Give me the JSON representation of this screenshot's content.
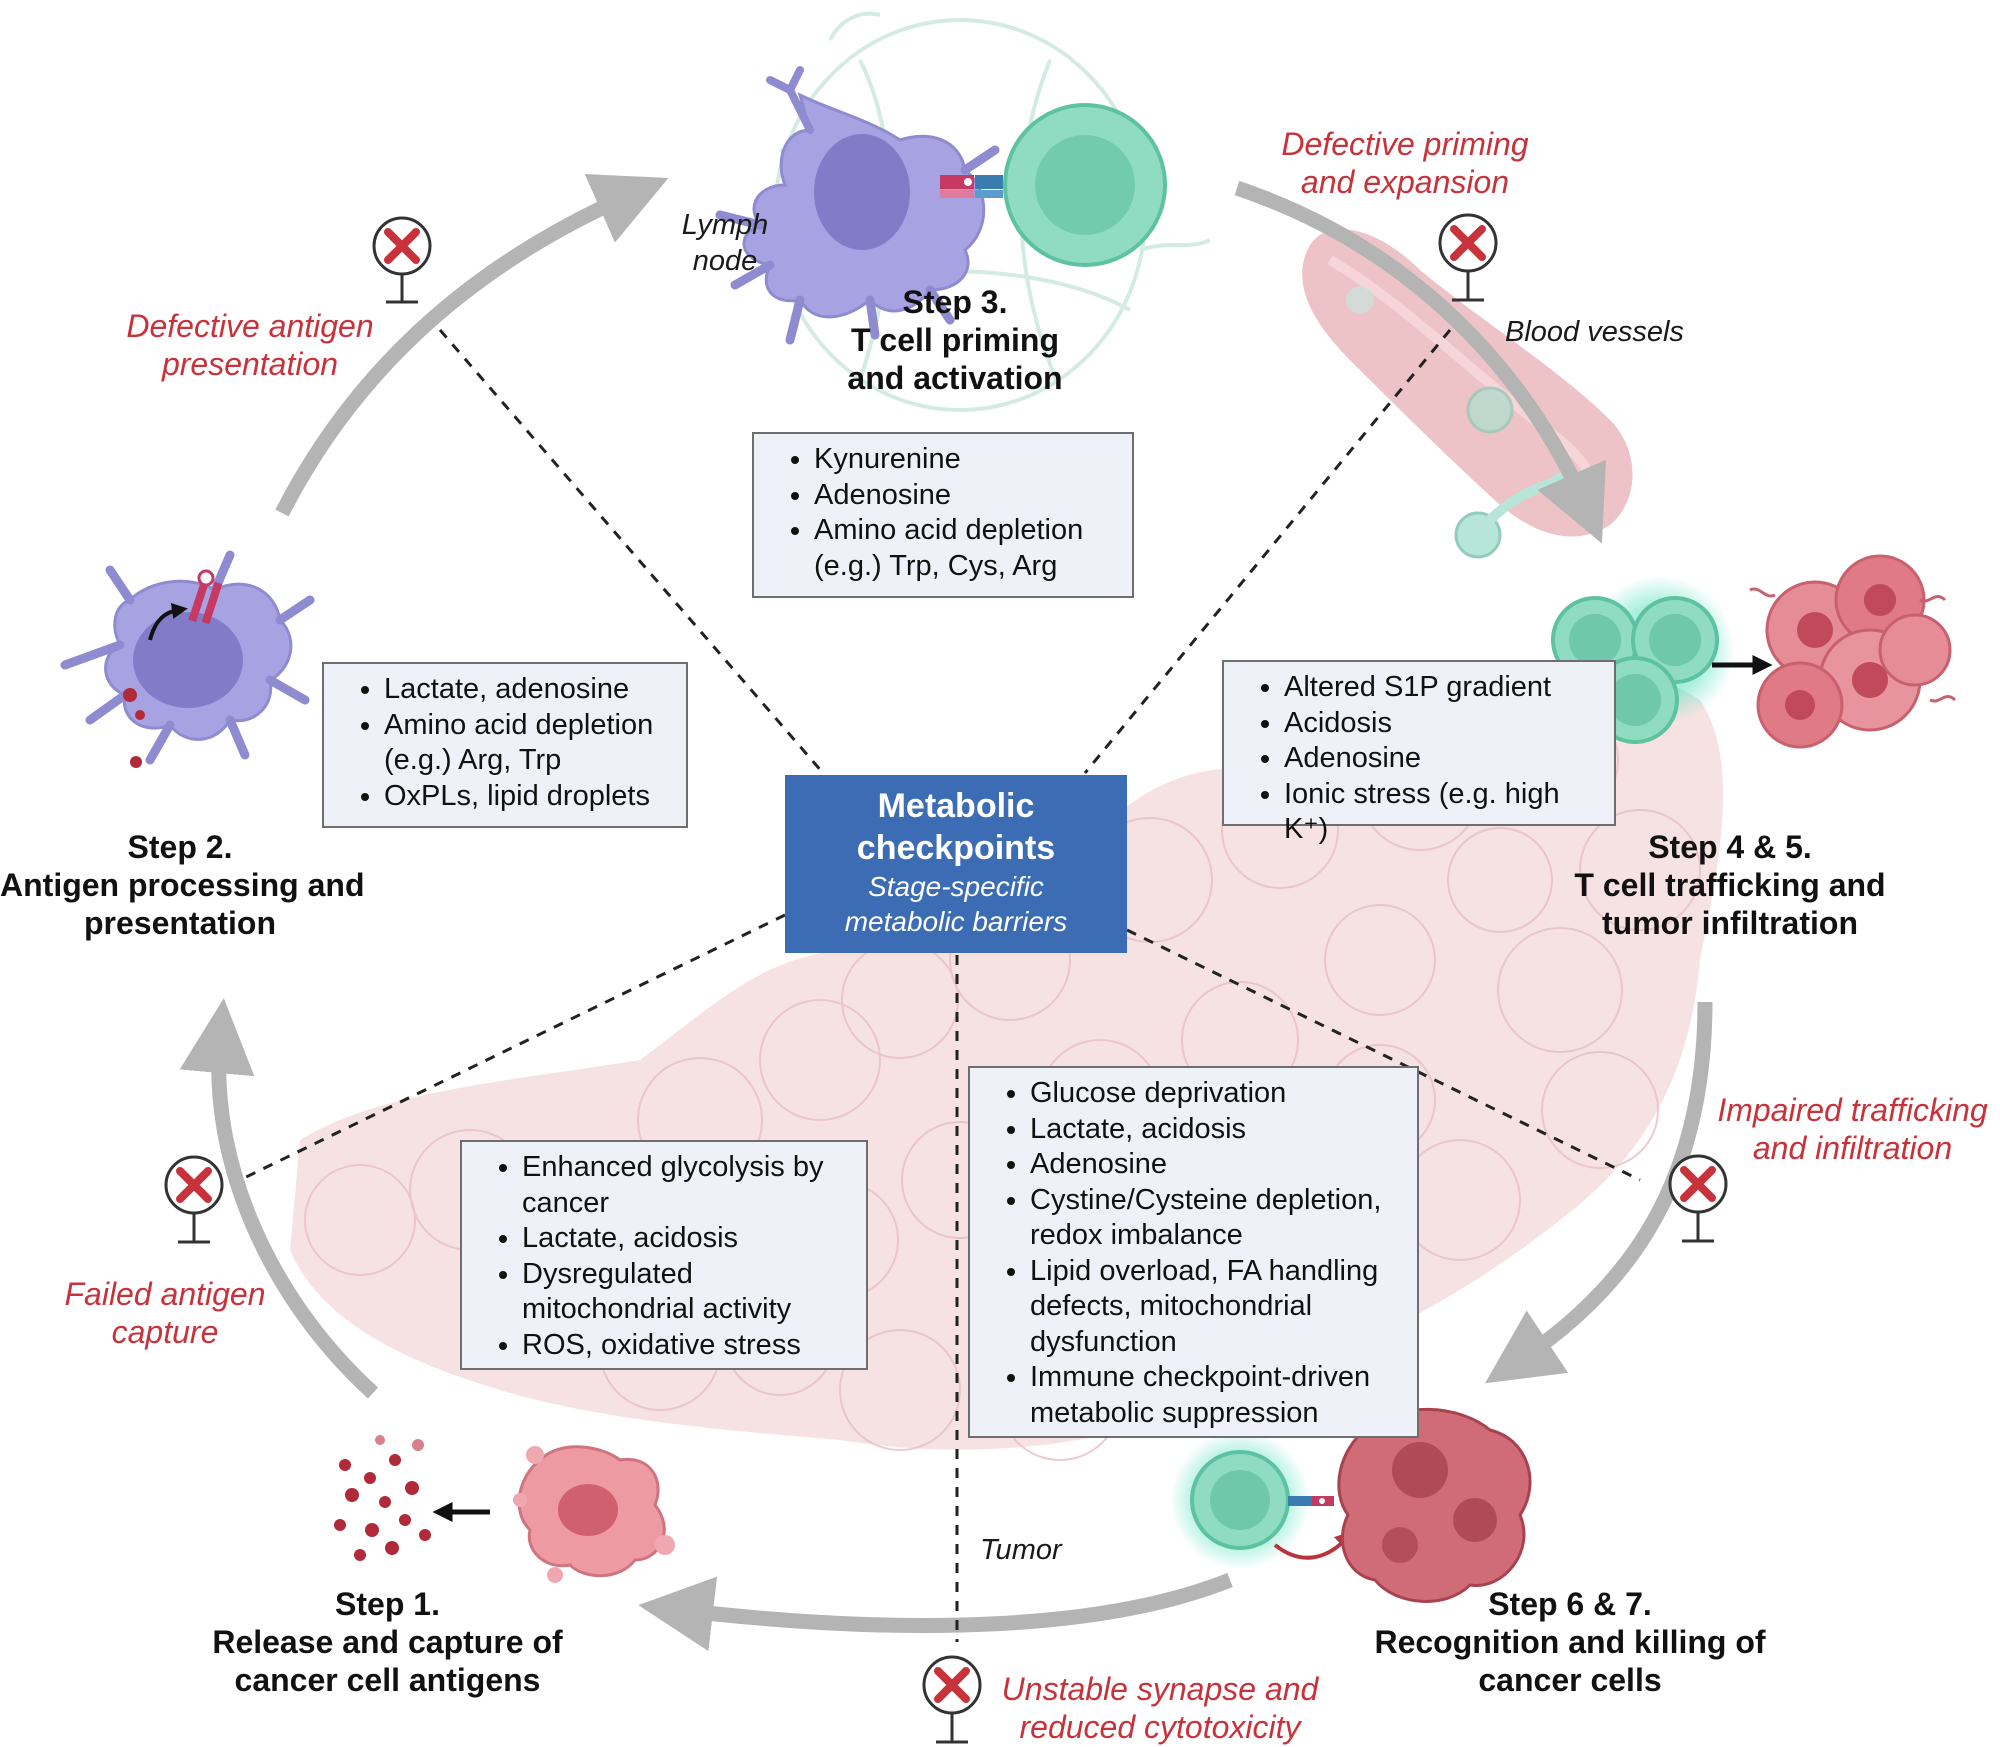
{
  "center": {
    "title_line1": "Metabolic",
    "title_line2": "checkpoints",
    "subtitle_line1": "Stage-specific",
    "subtitle_line2": "metabolic barriers"
  },
  "steps": {
    "s1": [
      "Step 1.",
      "Release and capture of",
      "cancer cell antigens"
    ],
    "s2": [
      "Step 2.",
      "Antigen processing and",
      "presentation"
    ],
    "s3": [
      "Step 3.",
      "T cell priming",
      "and activation"
    ],
    "s45": [
      "Step 4 & 5.",
      "T cell trafficking and",
      "tumor infiltration"
    ],
    "s67": [
      "Step 6 & 7.",
      "Recognition and killing of",
      "cancer cells"
    ]
  },
  "barriers": {
    "b1": [
      "Failed antigen",
      "capture"
    ],
    "b2": [
      "Defective antigen",
      "presentation"
    ],
    "b3": [
      "Defective priming",
      "and expansion"
    ],
    "b45": [
      "Impaired trafficking",
      "and infiltration"
    ],
    "b67": [
      "Unstable synapse and",
      "reduced cytotoxicity"
    ]
  },
  "locations": {
    "lymph_line1": "Lymph",
    "lymph_line2": "node",
    "blood": "Blood vessels",
    "tumor": "Tumor"
  },
  "boxes": {
    "step3": [
      "Kynurenine",
      "Adenosine",
      "Amino acid depletion",
      "(e.g.) Trp, Cys, Arg"
    ],
    "step2": [
      "Lactate, adenosine",
      "Amino acid depletion",
      "(e.g.) Arg, Trp",
      "OxPLs, lipid droplets"
    ],
    "step45": [
      "Altered S1P gradient",
      "Acidosis",
      "Adenosine",
      "Ionic stress (e.g. high K⁺)"
    ],
    "step1": [
      "Enhanced glycolysis by cancer",
      "Lactate, acidosis",
      "Dysregulated mitochondrial activity",
      "ROS, oxidative stress"
    ],
    "step67": [
      "Glucose deprivation",
      "Lactate, acidosis",
      "Adenosine",
      "Cystine/Cysteine depletion, redox imbalance",
      "Lipid overload, FA handling defects, mitochondrial dysfunction",
      "Immune checkpoint-driven metabolic suppression"
    ]
  },
  "colors": {
    "arrow": "#b4b4b4",
    "barrier_text": "#c8323a",
    "center_box": "#3c6cb4",
    "box_fill": "#eef2f8",
    "dendritic_cell": "#9b98d8",
    "t_cell": "#7fd3b8",
    "tumor_cell": "#e07a86",
    "blood_vessel": "#e9b7bc"
  },
  "icons": [
    "inhibition-x-icon",
    "dendritic-cell-icon",
    "t-cell-icon",
    "cancer-cell-icon",
    "blood-vessel-icon",
    "antigen-fragments-icon"
  ]
}
